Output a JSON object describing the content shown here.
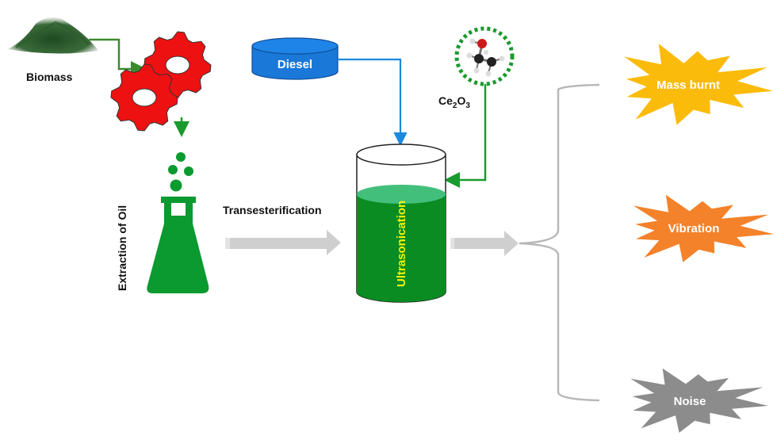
{
  "title": "Biodiesel production and ultrasonication process flow",
  "nodes": {
    "biomass": {
      "label": "Biomass",
      "icon": "biomass-powder-icon"
    },
    "gears": {
      "icon": "gears-icon",
      "color": "#ee1111"
    },
    "extraction": {
      "label": "Extraction of Oil",
      "icon": "flask-icon",
      "color": "#0a9a2f"
    },
    "transesterification": {
      "label": "Transesterification"
    },
    "diesel": {
      "label": "Diesel",
      "color": "#1a78d8"
    },
    "catalyst": {
      "label_main": "Ce",
      "sub1": "2",
      "label_mid": "O",
      "sub2": "3",
      "icon": "molecule-icon"
    },
    "ultrasonication": {
      "label": "Ultrasonication",
      "liquid_color": "#0a8c22",
      "text_color": "#f2f20a"
    }
  },
  "outputs": [
    {
      "label": "Mass burnt",
      "color": "#fbbb0a"
    },
    {
      "label": "Vibration",
      "color": "#f4822a"
    },
    {
      "label": "Noise",
      "color": "#8c8c8c"
    }
  ],
  "colors": {
    "arrow_green": "#3c8a2e",
    "arrow_blue": "#1a8ae0",
    "catalyst_green": "#1a9a2e",
    "gray_arrow": "#cfcfcf",
    "bracket": "#b8b8b8"
  }
}
